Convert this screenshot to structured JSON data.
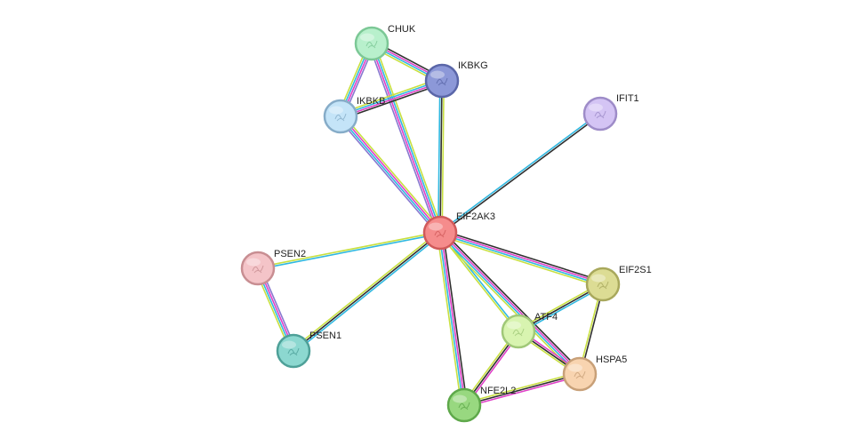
{
  "nodes": [
    {
      "id": "EIF2AK3",
      "label": "EIF2AK3",
      "fill": "#f58c8c",
      "stroke": "#d05a5a",
      "focus": true
    },
    {
      "id": "CHUK",
      "label": "CHUK",
      "fill": "#b8f0cc",
      "stroke": "#7cc896"
    },
    {
      "id": "IKBKG",
      "label": "IKBKG",
      "fill": "#8c98d8",
      "stroke": "#5a66a8"
    },
    {
      "id": "IKBKB",
      "label": "IKBKB",
      "fill": "#c4e4f8",
      "stroke": "#86acc8"
    },
    {
      "id": "IFIT1",
      "label": "IFIT1",
      "fill": "#d4c4f4",
      "stroke": "#9e8cc8"
    },
    {
      "id": "PSEN2",
      "label": "PSEN2",
      "fill": "#f4c4c8",
      "stroke": "#c88e92"
    },
    {
      "id": "PSEN1",
      "label": "PSEN1",
      "fill": "#8cd8d0",
      "stroke": "#4ea098"
    },
    {
      "id": "EIF2S1",
      "label": "EIF2S1",
      "fill": "#dcdc94",
      "stroke": "#a8a85c"
    },
    {
      "id": "ATF4",
      "label": "ATF4",
      "fill": "#d8f4b0",
      "stroke": "#a0c878"
    },
    {
      "id": "HSPA5",
      "label": "HSPA5",
      "fill": "#f8d4b0",
      "stroke": "#c8a078"
    },
    {
      "id": "NFE2L2",
      "label": "NFE2L2",
      "fill": "#98d880",
      "stroke": "#5ea84a"
    }
  ],
  "edge_colors": {
    "text_mining": "#c8e040",
    "database": "#30b8e0",
    "experiments": "#e040c8",
    "coexpression": "#303030",
    "curated": "#8878d0"
  },
  "edges": [
    {
      "source": "EIF2AK3",
      "target": "CHUK",
      "types": [
        "curated",
        "experiments",
        "database",
        "text_mining"
      ]
    },
    {
      "source": "EIF2AK3",
      "target": "IKBKG",
      "types": [
        "database",
        "coexpression",
        "text_mining"
      ]
    },
    {
      "source": "EIF2AK3",
      "target": "IKBKB",
      "types": [
        "curated",
        "database",
        "experiments",
        "text_mining"
      ]
    },
    {
      "source": "EIF2AK3",
      "target": "IFIT1",
      "types": [
        "database",
        "coexpression"
      ]
    },
    {
      "source": "EIF2AK3",
      "target": "PSEN2",
      "types": [
        "database",
        "text_mining"
      ]
    },
    {
      "source": "EIF2AK3",
      "target": "PSEN1",
      "types": [
        "database",
        "coexpression",
        "text_mining"
      ]
    },
    {
      "source": "EIF2AK3",
      "target": "EIF2S1",
      "types": [
        "coexpression",
        "experiments",
        "database",
        "text_mining"
      ]
    },
    {
      "source": "EIF2AK3",
      "target": "ATF4",
      "types": [
        "database",
        "text_mining"
      ]
    },
    {
      "source": "EIF2AK3",
      "target": "HSPA5",
      "types": [
        "coexpression",
        "experiments",
        "database",
        "text_mining"
      ]
    },
    {
      "source": "EIF2AK3",
      "target": "NFE2L2",
      "types": [
        "coexpression",
        "experiments",
        "database",
        "text_mining"
      ]
    },
    {
      "source": "CHUK",
      "target": "IKBKG",
      "types": [
        "coexpression",
        "experiments",
        "database",
        "text_mining"
      ]
    },
    {
      "source": "CHUK",
      "target": "IKBKB",
      "types": [
        "curated",
        "experiments",
        "database",
        "text_mining"
      ]
    },
    {
      "source": "IKBKG",
      "target": "IKBKB",
      "types": [
        "coexpression",
        "experiments",
        "database",
        "text_mining"
      ]
    },
    {
      "source": "PSEN2",
      "target": "PSEN1",
      "types": [
        "curated",
        "experiments",
        "database",
        "text_mining"
      ]
    },
    {
      "source": "EIF2S1",
      "target": "ATF4",
      "types": [
        "database",
        "coexpression",
        "text_mining"
      ]
    },
    {
      "source": "EIF2S1",
      "target": "HSPA5",
      "types": [
        "coexpression",
        "text_mining"
      ]
    },
    {
      "source": "ATF4",
      "target": "HSPA5",
      "types": [
        "experiments",
        "coexpression",
        "text_mining"
      ]
    },
    {
      "source": "ATF4",
      "target": "NFE2L2",
      "types": [
        "experiments",
        "coexpression",
        "text_mining"
      ]
    },
    {
      "source": "HSPA5",
      "target": "NFE2L2",
      "types": [
        "experiments",
        "coexpression",
        "text_mining"
      ]
    }
  ]
}
